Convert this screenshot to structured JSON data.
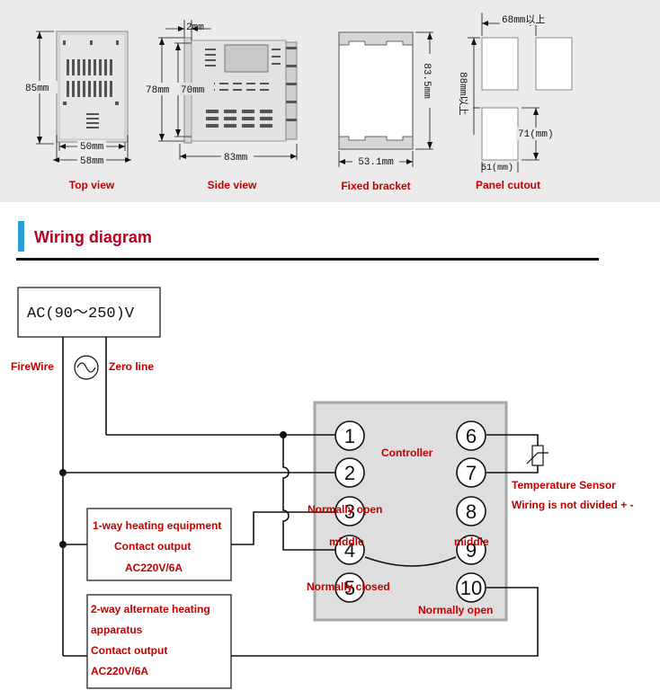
{
  "drawings": {
    "top_view": {
      "caption": "Top view",
      "height": "85mm",
      "inner_width": "50mm",
      "outer_width": "58mm"
    },
    "side_view": {
      "caption": "Side view",
      "gap": "2mm",
      "height_outer": "78mm",
      "height_inner": "70mm",
      "depth": "83mm"
    },
    "fixed_bracket": {
      "caption": "Fixed bracket",
      "height": "83.5mm",
      "width": "53.1mm"
    },
    "panel_cutout": {
      "caption": "Panel cutout",
      "horizontal_gap": "68mm以上",
      "vertical_gap": "88mm以上",
      "height": "71(mm)",
      "width": "51(mm)"
    }
  },
  "section": {
    "title": "Wiring diagram",
    "accent_color": "#2a9fd6"
  },
  "wiring": {
    "supply_label": "AC(90～250)V",
    "firewire_label": "FireWire",
    "zero_line_label": "Zero line",
    "controller_label": "Controller",
    "terminals": [
      "1",
      "2",
      "3",
      "4",
      "5",
      "6",
      "7",
      "8",
      "9",
      "10"
    ],
    "terminal_labels": {
      "normally_open_3": "Normally open",
      "middle_4": "middle",
      "normally_closed_5": "Normally closed",
      "middle_9": "middle",
      "normally_open_10": "Normally open"
    },
    "sensor": {
      "title": "Temperature Sensor",
      "note": "Wiring is not divided + -"
    },
    "load1": {
      "line1": "1-way heating equipment",
      "line2": "Contact output",
      "line3": "AC220V/6A"
    },
    "load2": {
      "line1": "2-way alternate heating",
      "line2": "apparatus",
      "line3": "Contact output",
      "line4": "AC220V/6A"
    }
  }
}
